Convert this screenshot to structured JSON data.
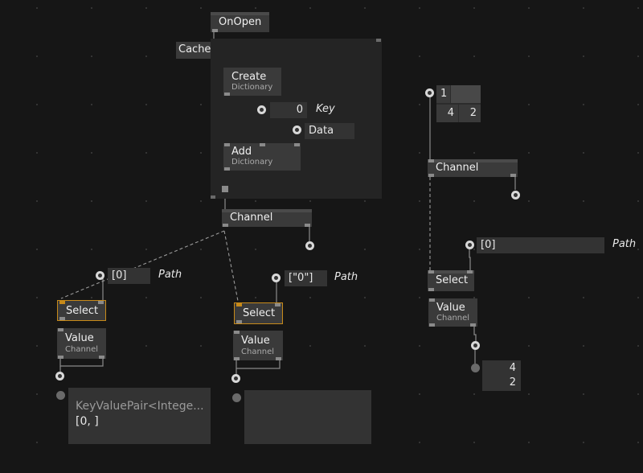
{
  "nodes": {
    "onopen": {
      "title": "OnOpen"
    },
    "cache": {
      "title": "Cache"
    },
    "create_dict": {
      "title": "Create",
      "subtitle": "Dictionary"
    },
    "add_dict": {
      "title": "Add",
      "subtitle": "Dictionary"
    },
    "channel_main": {
      "title": "Channel"
    },
    "select_left": {
      "title": "Select"
    },
    "value_left": {
      "title": "Value",
      "subtitle": "Channel"
    },
    "select_mid": {
      "title": "Select"
    },
    "value_mid": {
      "title": "Value",
      "subtitle": "Channel"
    },
    "channel_right": {
      "title": "Channel"
    },
    "select_right": {
      "title": "Select"
    },
    "value_right": {
      "title": "Value",
      "subtitle": "Channel"
    }
  },
  "inputs": {
    "key_value": "0",
    "key_label": "Key",
    "data_value": "Data",
    "path_left_value": "[0]",
    "path_left_label": "Path",
    "path_mid_value": "[\"0\"]",
    "path_mid_label": "Path",
    "path_right_value": "[0]",
    "path_right_label": "Path"
  },
  "spread_input": {
    "row1": "1",
    "row2_a": "4",
    "row2_b": "2"
  },
  "outputs": {
    "left_line1": "KeyValuePair<Intege...",
    "left_line2": "[0, ]",
    "right_line1": "4",
    "right_line2": "2"
  },
  "colors": {
    "background": "#161616",
    "node": "#3a3a3a",
    "selection": "#c78a1a",
    "region": "#242424"
  }
}
